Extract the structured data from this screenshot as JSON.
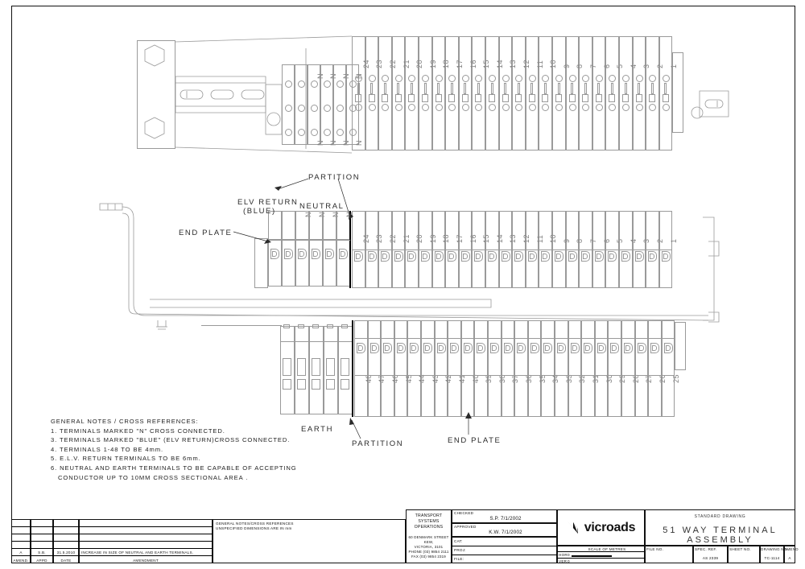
{
  "drawing": {
    "title": "51 WAY TERMINAL ASSEMBLY",
    "standard_label": "STANDARD DRAWING",
    "drawing_no": "TC-1114",
    "spec_ref": "AS 2339",
    "amend": "A",
    "sheet_no": "",
    "file_no": ""
  },
  "callouts": {
    "partition_top": "PARTITION",
    "elv_return": "ELV RETURN",
    "elv_return_sub": "(BLUE)",
    "neutral": "NEUTRAL",
    "end_plate_left": "END PLATE",
    "end_plate_bottom": "END PLATE",
    "partition_bottom": "PARTITION",
    "earth": "EARTH"
  },
  "notes": {
    "heading": "GENERAL NOTES / CROSS REFERENCES:",
    "lines": [
      "1. TERMINALS MARKED \"N\" CROSS CONNECTED.",
      "3. TERMINALS MARKED \"BLUE\" (ELV RETURN)CROSS CONNECTED.",
      "4. TERMINALS 1-48 TO BE 4mm.",
      "5. E.L.V. RETURN TERMINALS TO BE 6mm.",
      "6. NEUTRAL AND EARTH TERMINALS TO BE CAPABLE OF ACCEPTING",
      "   CONDUCTOR UP TO 10MM CROSS SECTIONAL AREA ."
    ]
  },
  "terminals": {
    "top_row_numbers": [
      24,
      23,
      22,
      21,
      20,
      19,
      18,
      17,
      16,
      15,
      14,
      13,
      12,
      11,
      10,
      9,
      8,
      7,
      6,
      5,
      4,
      3,
      2,
      1
    ],
    "bottom_row_numbers": [
      48,
      47,
      46,
      45,
      44,
      43,
      42,
      41,
      40,
      39,
      38,
      37,
      36,
      35,
      34,
      33,
      32,
      31,
      30,
      29,
      28,
      27,
      26,
      25
    ],
    "neutral_marks": [
      "N",
      "N",
      "N",
      "N"
    ],
    "elv_count": 2,
    "earth_count": 5
  },
  "title_block": {
    "notes_header_1": "GENERAL NOTES/CROSS REFERENCES",
    "notes_header_2": "UNSPECIFIED DIMENSIONS ARE IN mm",
    "amend_col": "AMEND.",
    "appd_col": "APPD",
    "date_col": "DATE",
    "amendment_col": "AMENDMENT",
    "amend_rows": [
      {
        "amend": "A",
        "appd": "S.B.",
        "date": "31.5.2010",
        "text": "INCREASE IN SIZE OF NEUTRAL AND EARTH TERMINALS."
      }
    ],
    "org_line1": "TRANSPORT",
    "org_line2": "SYSTEMS",
    "org_line3": "OPERATIONS",
    "addr1": "60 DENMARK STREET",
    "addr2": "KEW,",
    "addr3": "VICTORIA, 3101",
    "addr4": "PHONE (03) 9854 2111",
    "addr5": "FAX (03) 9854 2319",
    "checked_label": "CHECKED",
    "checked_value": "S.P.  7/1/2002",
    "approved_label": "APPROVED",
    "approved_value": "K.W.  7/1/2002",
    "cat_label": "CAT:",
    "cat_value": "",
    "proj_label": "PROJ:",
    "proj_value": "",
    "file_label": "FILE:",
    "file_value": "",
    "scale_label": "SCALE OF METRES",
    "hor_label": "HOR",
    "hor_value": "0",
    "ver_label": "VER",
    "ver_value": "0",
    "logo_text": "vicroads",
    "file_no_label": "FILE NO.",
    "spec_ref_label": "SPEC. REF.",
    "sheet_no_label": "SHEET NO.",
    "drawing_no_label": "DRAWING NO.",
    "amend_label": "AMEND"
  }
}
